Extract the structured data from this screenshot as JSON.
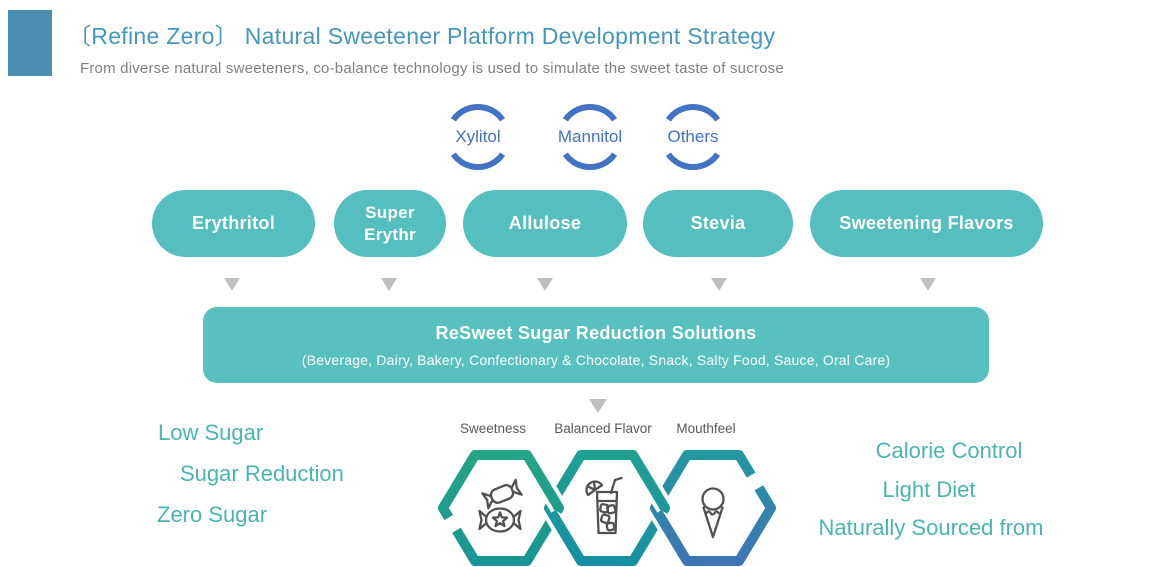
{
  "header": {
    "title": "〔Refine Zero〕 Natural Sweetener Platform Development Strategy",
    "subtitle": "From diverse natural sweeteners, co-balance technology is used to simulate the sweet taste of sucrose"
  },
  "minor_sweeteners": [
    {
      "label": "Xylitol"
    },
    {
      "label": "Mannitol"
    },
    {
      "label": "Others"
    }
  ],
  "core_sweeteners": [
    {
      "label": "Erythritol"
    },
    {
      "label": "Super Erythr"
    },
    {
      "label": "Allulose"
    },
    {
      "label": "Stevia"
    },
    {
      "label": "Sweetening Flavors"
    }
  ],
  "solution_box": {
    "title": "ReSweet Sugar Reduction Solutions",
    "applications": "(Beverage, Dairy, Bakery, Confectionary & Chocolate, Snack, Salty Food, Sauce, Oral Care)"
  },
  "taste_attributes": [
    "Sweetness",
    "Balanced Flavor",
    "Mouthfeel"
  ],
  "left_benefits": [
    "Low Sugar",
    "Sugar Reduction",
    "Zero Sugar"
  ],
  "right_benefits": [
    "Calorie Control",
    "Light Diet",
    "Naturally Sourced from"
  ],
  "hexagon_icons": [
    "candy-icon",
    "drink-icon",
    "ice-cream-icon"
  ],
  "colors": {
    "title_blue": "#4596BF",
    "corner_square_blue": "#4A8FB2",
    "circle_blue": "#4472C4",
    "teal": "#55BFBF",
    "benefit_text_teal": "#49B5B0",
    "label_gray": "#595959",
    "arrow_gray": "#BFBFBF",
    "hex_green": "#21A186",
    "hex_teal": "#1B95A0",
    "hex_blue": "#3F72B5"
  }
}
